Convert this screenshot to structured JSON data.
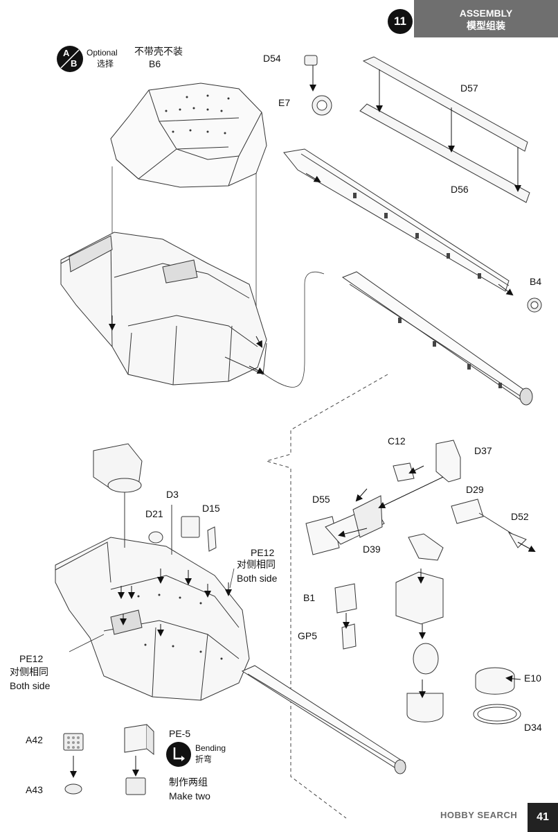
{
  "header": {
    "step_number": "11",
    "title_en": "ASSEMBLY",
    "title_cn": "模型组装"
  },
  "optional": {
    "icon_a": "A",
    "icon_b": "B",
    "label_en": "Optional",
    "label_cn": "选择",
    "note_cn": "不带壳不装"
  },
  "parts": {
    "b6": "B6",
    "d54": "D54",
    "e7": "E7",
    "d57": "D57",
    "d56": "D56",
    "b4": "B4",
    "c12": "C12",
    "d37": "D37",
    "d55": "D55",
    "d29": "D29",
    "d52": "D52",
    "d39": "D39",
    "b1": "B1",
    "gp5": "GP5",
    "e10": "E10",
    "d34": "D34",
    "d3": "D3",
    "d21": "D21",
    "d15": "D15",
    "pe12_right": "PE12",
    "pe12_left": "PE12",
    "a42": "A42",
    "a43": "A43",
    "pe5": "PE-5"
  },
  "notes": {
    "both_side_cn_right": "对侧相同",
    "both_side_en_right": "Both side",
    "both_side_cn_left": "对侧相同",
    "both_side_en_left": "Both side",
    "bending_en": "Bending",
    "bending_cn": "折弯",
    "make_two_cn": "制作两组",
    "make_two_en": "Make two"
  },
  "footer": {
    "watermark": "HOBBY SEARCH",
    "page_number": "41"
  },
  "colors": {
    "header_bg": "#6f6f6f",
    "ink": "#111111",
    "line": "#333333"
  }
}
